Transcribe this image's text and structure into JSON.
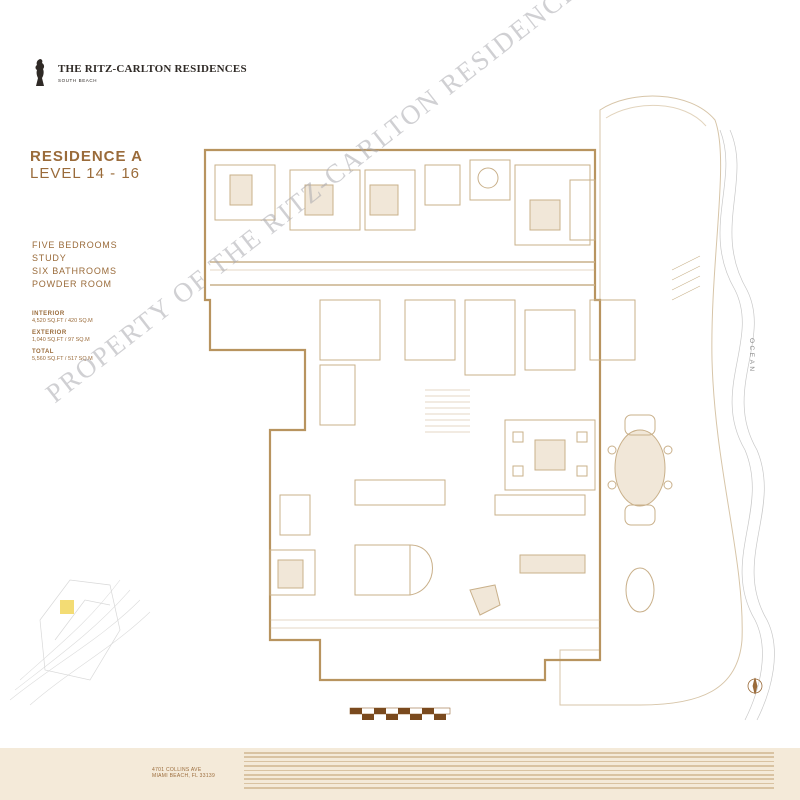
{
  "brand": {
    "name": "THE RITZ-CARLTON RESIDENCES",
    "subtitle": "SOUTH BEACH"
  },
  "residence": {
    "title": "RESIDENCE A",
    "levels": "LEVEL 14 - 16"
  },
  "features": [
    "FIVE BEDROOMS",
    "STUDY",
    "SIX BATHROOMS",
    "POWDER ROOM"
  ],
  "areas": [
    {
      "label": "INTERIOR",
      "value": "4,520 SQ.FT / 420 SQ.M"
    },
    {
      "label": "EXTERIOR",
      "value": "1,040 SQ.FT / 97 SQ.M"
    },
    {
      "label": "TOTAL",
      "value": "5,560 SQ.FT / 517 SQ.M"
    }
  ],
  "watermark": "PROPERTY OF THE RITZ-CARLTON RESIDENCES SOUTH BEACH",
  "ocean_label": "OCEAN",
  "footer": {
    "address_line1": "4701 COLLINS AVE",
    "address_line2": "MIAMI BEACH, FL 33139"
  },
  "colors": {
    "accent": "#9a6b3a",
    "plan_line": "#c9b08a",
    "footer_bg": "#f4ead9"
  }
}
